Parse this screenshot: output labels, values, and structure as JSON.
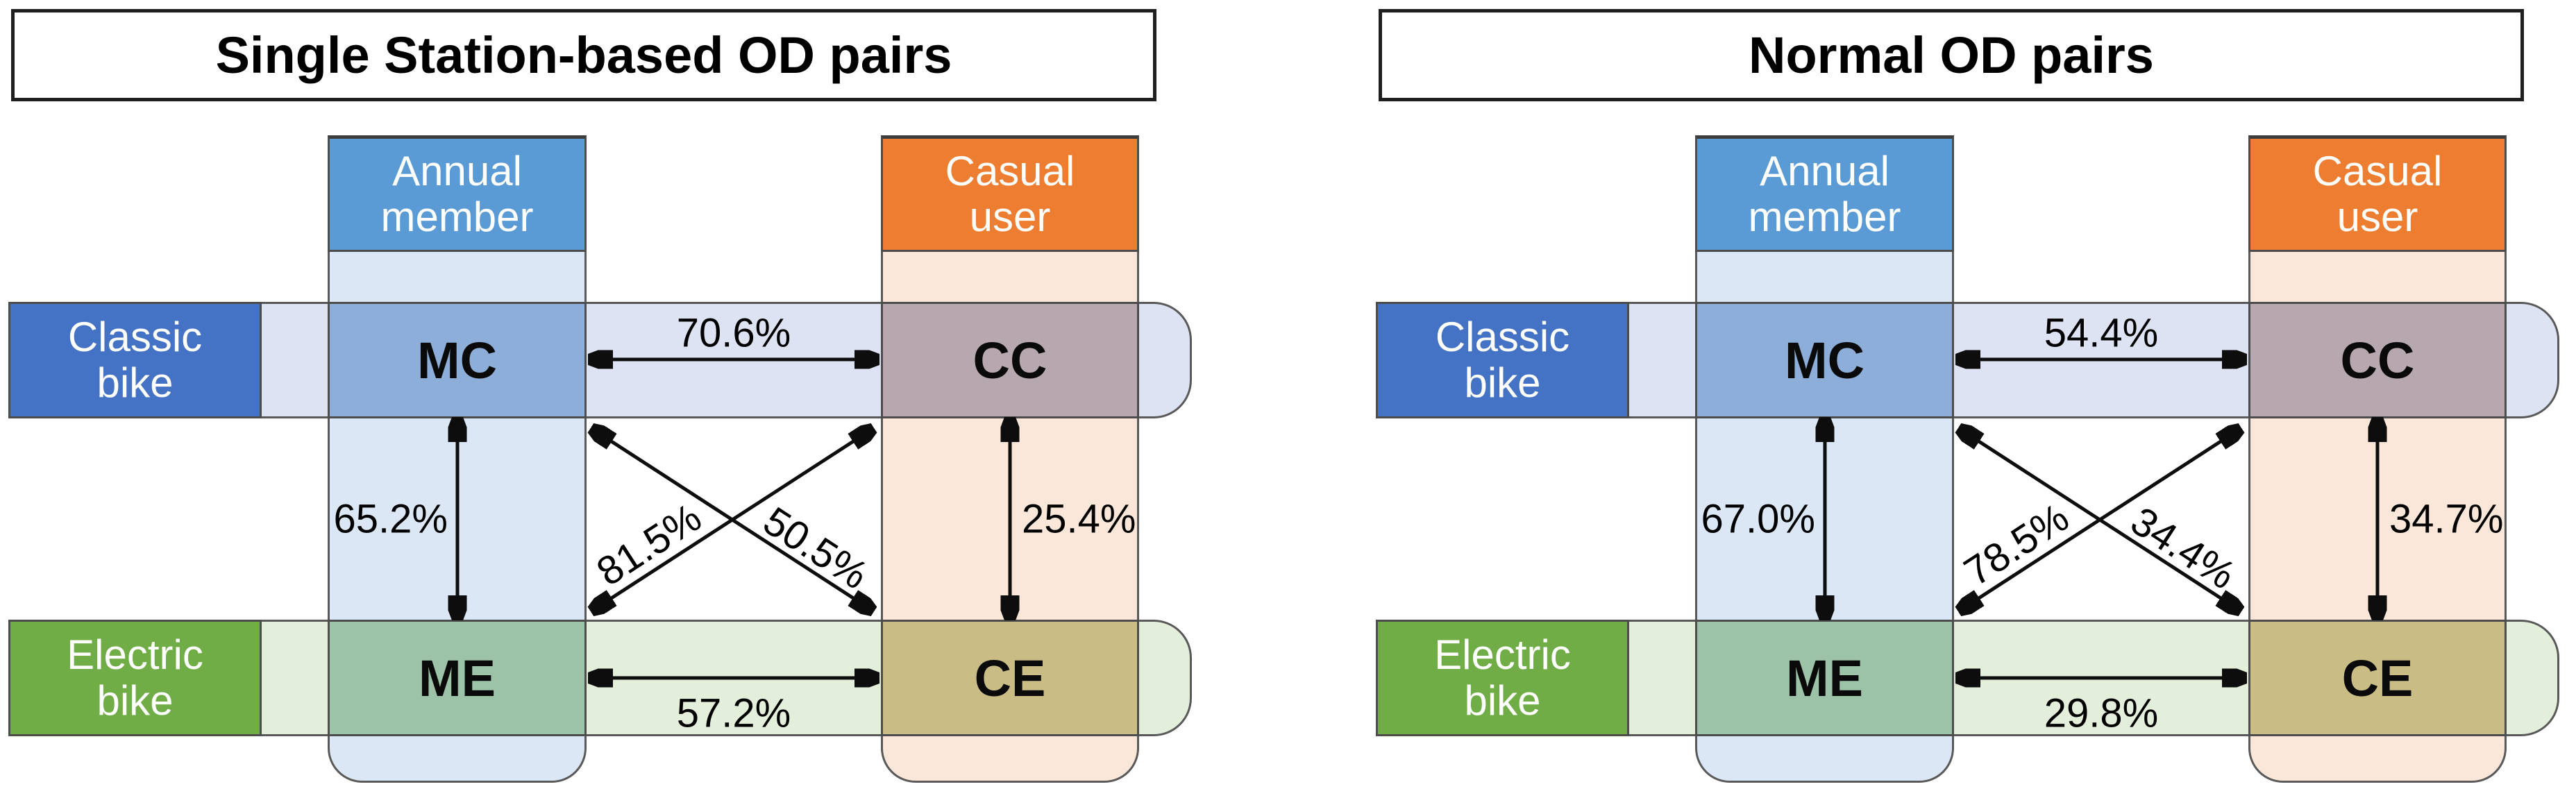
{
  "colors": {
    "annual_header": "#5B9BD5",
    "casual_header": "#ED7D31",
    "classic_header": "#4472C4",
    "electric_header": "#70AD47",
    "mc": "#8CAED9",
    "cc": "#B6A8AE",
    "me": "#9CC3A8",
    "ce": "#C9BC84",
    "annual_band": "#DCE7F5",
    "casual_band": "#FAE7D9",
    "classic_band": "#DDE3F2",
    "electric_band": "#E3EFDA",
    "band_border": "#595959",
    "title_border": "#1F1F1F",
    "arrow": "#0D0D0D"
  },
  "panels": [
    {
      "title": "Single Station-based OD pairs",
      "column_headers": [
        {
          "label": "Annual\nmember"
        },
        {
          "label": "Casual\nuser"
        }
      ],
      "row_headers": [
        {
          "label": "Classic\nbike"
        },
        {
          "label": "Electric\nbike"
        }
      ],
      "cells": {
        "mc": "MC",
        "cc": "CC",
        "me": "ME",
        "ce": "CE"
      },
      "percentages": {
        "mc_cc": "70.6%",
        "mc_me": "65.2%",
        "cc_ce": "25.4%",
        "me_ce": "57.2%",
        "me_cc": "81.5%",
        "mc_ce": "50.5%"
      }
    },
    {
      "title": "Normal OD pairs",
      "column_headers": [
        {
          "label": "Annual\nmember"
        },
        {
          "label": "Casual\nuser"
        }
      ],
      "row_headers": [
        {
          "label": "Classic\nbike"
        },
        {
          "label": "Electric\nbike"
        }
      ],
      "cells": {
        "mc": "MC",
        "cc": "CC",
        "me": "ME",
        "ce": "CE"
      },
      "percentages": {
        "mc_cc": "54.4%",
        "mc_me": "67.0%",
        "cc_ce": "34.7%",
        "me_ce": "29.8%",
        "me_cc": "78.5%",
        "mc_ce": "34.4%"
      }
    }
  ]
}
